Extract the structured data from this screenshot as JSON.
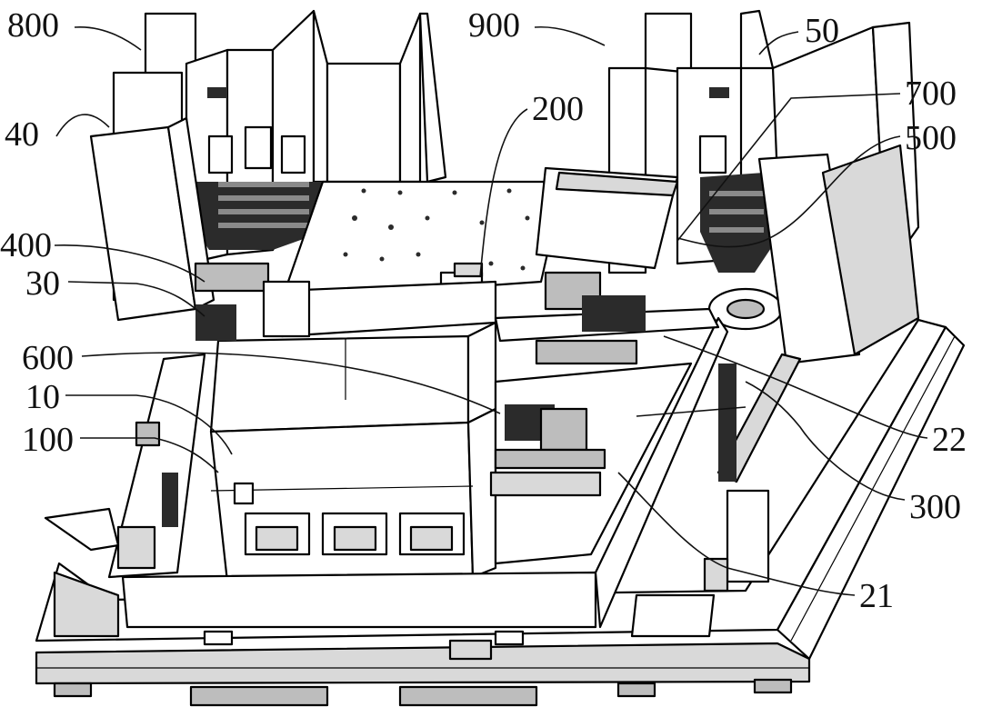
{
  "labels": {
    "l800": "800",
    "l900": "900",
    "l50": "50",
    "l700": "700",
    "l40": "40",
    "l200": "200",
    "l500": "500",
    "l400": "400",
    "l30": "30",
    "l600": "600",
    "l10": "10",
    "l22": "22",
    "l100": "100",
    "l300": "300",
    "l21": "21"
  }
}
